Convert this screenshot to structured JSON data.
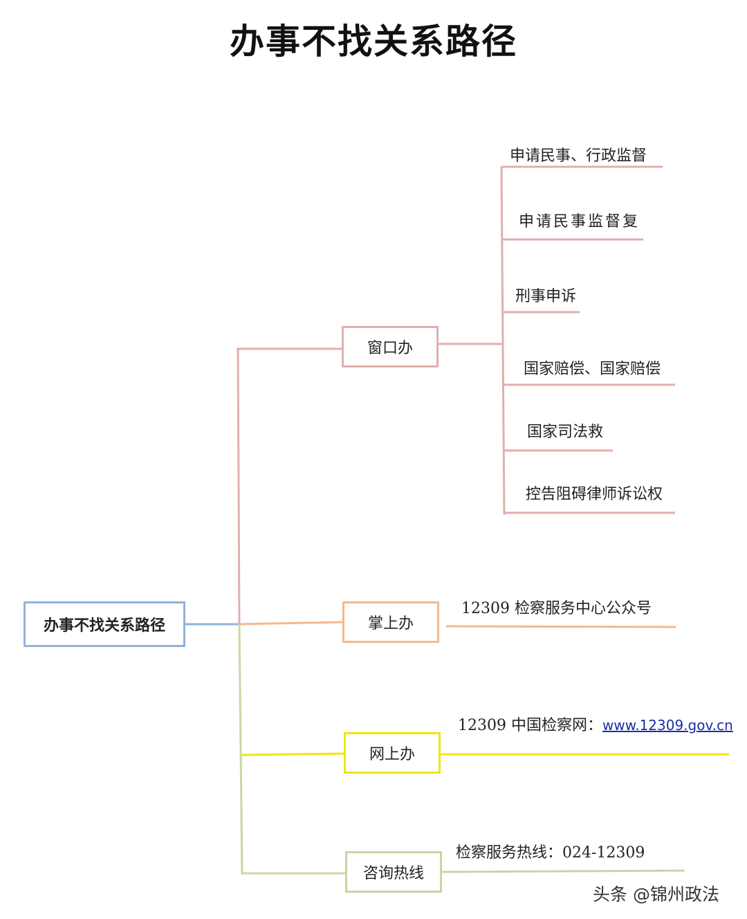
{
  "title": "办事不找关系路径",
  "root": {
    "label": "办事不找关系路径",
    "color": "#8fb3d9"
  },
  "branches": [
    {
      "label": "窗口办",
      "color": "#e2aeae",
      "leaves": [
        "申请民事、行政监督",
        "申请民事监督复",
        "刑事申诉",
        "国家赔偿、国家赔偿",
        "国家司法救",
        "控告阻碍律师诉讼权"
      ]
    },
    {
      "label": "掌上办",
      "color": "#f2b98d",
      "leaves": [
        "12309 检察服务中心公众号"
      ]
    },
    {
      "label": "网上办",
      "color": "#f0e60c",
      "leaves": [
        {
          "prefix": "12309 中国检察网：",
          "link": "www.12309.gov.cn"
        }
      ]
    },
    {
      "label": "咨询热线",
      "color": "#c6d8a2",
      "leaves": [
        "检察服务热线：024-12309"
      ]
    }
  ],
  "watermark": "头条 @锦州政法"
}
